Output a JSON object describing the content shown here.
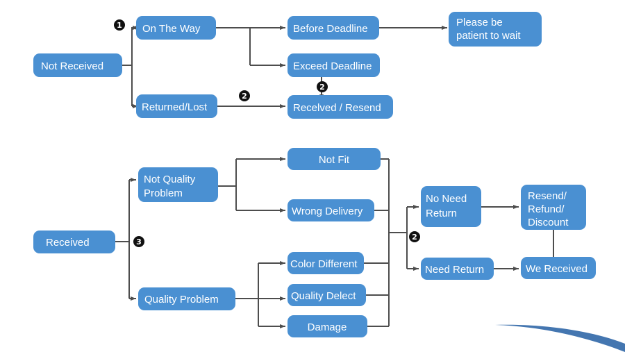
{
  "diagram": {
    "title": "Order Status Resolution Flowchart",
    "background_color": "#ffffff",
    "node_fill": "#4A90D2",
    "node_text_color": "#ffffff",
    "connector_color": "#4d4d4d",
    "marker_color": "#111111",
    "accent_swoosh_color": "#4476b0"
  },
  "branches": {
    "not_received": {
      "root": "Not   Received",
      "marker_one": "1",
      "marker_two": "2",
      "on_the_way": "On The Way",
      "returned_lost": "Returned/Lost",
      "before_deadline": "Before Deadline",
      "exceed_deadline": "Exceed Deadline",
      "received_resend": "Recelved / Resend",
      "please_wait_line1": "Please be",
      "please_wait_line2": "patient to wait",
      "marker_two_exceed": "2",
      "marker_two_returned": "2"
    },
    "received": {
      "root": "Received",
      "marker_three": "3",
      "marker_two": "2",
      "not_quality_line1": "Not   Quality",
      "not_quality_line2": "Problem",
      "quality_problem": "Quality Problem",
      "not_fit": "Not Fit",
      "wrong_delivery": "Wrong Delivery",
      "color_different": "Color Different",
      "quality_defect": "Quality Delect",
      "damage": "Damage",
      "no_need_return_line1": "No Need",
      "no_need_return_line2": "Return",
      "need_return": "Need Return",
      "resend_line1": "Resend/",
      "resend_line2": "Refund/",
      "resend_line3": "Discount",
      "we_received": "We Received"
    }
  }
}
